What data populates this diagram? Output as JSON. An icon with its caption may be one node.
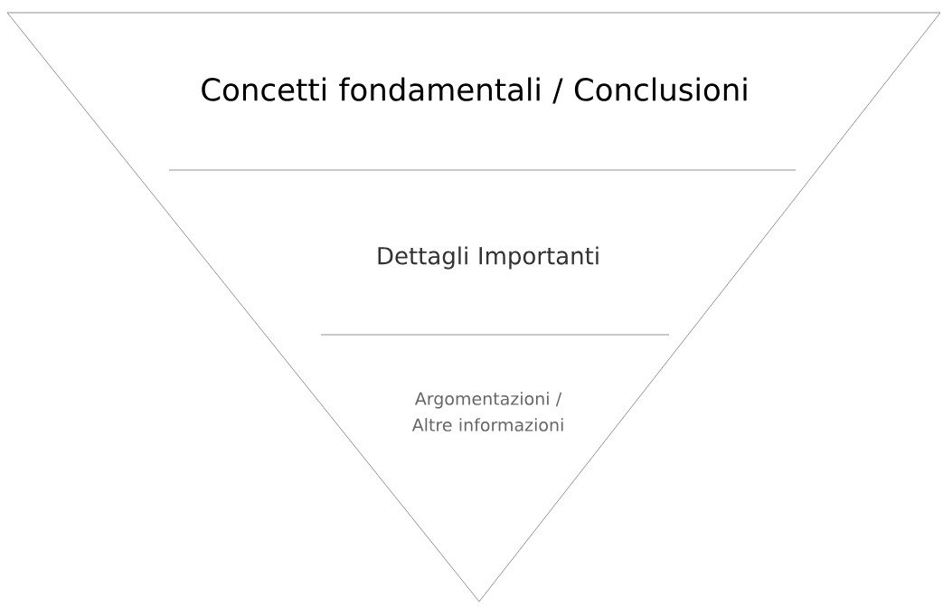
{
  "diagram": {
    "nodes": [
      {
        "text": [
          "Concetti fondamentali / Conclusioni",
          "Dettagli Importanti",
          "Argomentazioni / Altre informazioni"
        ]
      }
    ]
  }
}
